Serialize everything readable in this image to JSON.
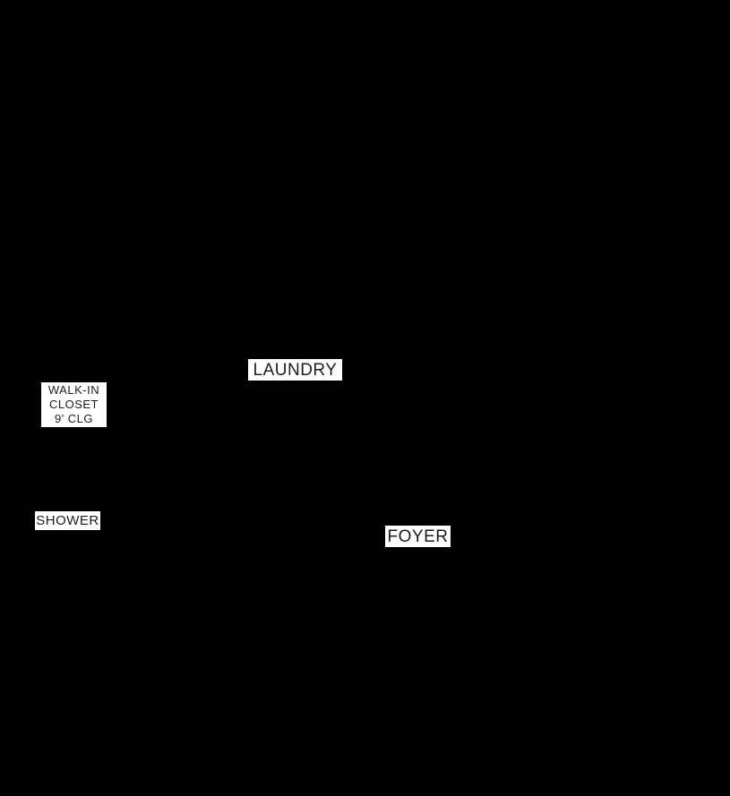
{
  "canvas": {
    "background_color": "#000000",
    "label_background_color": "#ffffff",
    "label_text_color": "#1c1c1c"
  },
  "floorplan": {
    "labels": [
      {
        "id": "laundry",
        "lines": [
          "LAUNDRY"
        ]
      },
      {
        "id": "walk-in-closet",
        "lines": [
          "WALK-IN",
          "CLOSET",
          "9' CLG"
        ]
      },
      {
        "id": "shower",
        "lines": [
          "SHOWER"
        ]
      },
      {
        "id": "foyer",
        "lines": [
          "FOYER"
        ]
      }
    ]
  }
}
